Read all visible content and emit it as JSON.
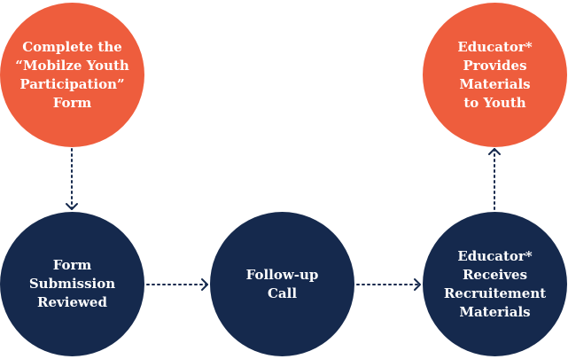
{
  "flowchart": {
    "nodes": [
      {
        "id": "complete-form",
        "text": "Complete the\n“Mobilze Youth\nParticipation”\nForm"
      },
      {
        "id": "educator-provides",
        "text": "Educator*\nProvides\nMaterials\nto Youth"
      },
      {
        "id": "form-reviewed",
        "text": "Form\nSubmission\nReviewed"
      },
      {
        "id": "follow-up",
        "text": "Follow-up\nCall"
      },
      {
        "id": "educator-receives",
        "text": "Educator*\nReceives\nRecruitement\nMaterials"
      }
    ],
    "edges": [
      {
        "from": "complete-form",
        "to": "form-reviewed"
      },
      {
        "from": "form-reviewed",
        "to": "follow-up"
      },
      {
        "from": "follow-up",
        "to": "educator-receives"
      },
      {
        "from": "educator-receives",
        "to": "educator-provides"
      }
    ]
  },
  "colors": {
    "orange": "#ee5d3d",
    "navy": "#15294d",
    "arrow": "#15294d"
  }
}
